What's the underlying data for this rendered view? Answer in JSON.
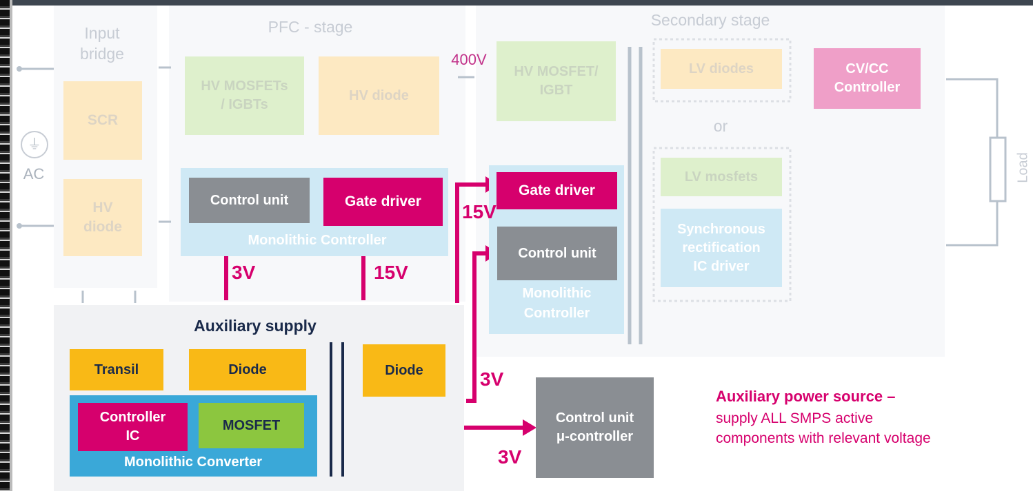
{
  "colors": {
    "pink": "#d6006d",
    "dark_grey": "#8a8e93",
    "orange": "#f9b916",
    "green": "#8cc63f",
    "blue": "#3aa8d8",
    "navy": "#1a2a4a",
    "faint_orange": "#fde9c2",
    "faint_green": "#def0cc",
    "faint_blue": "#cfe9f5",
    "faint_pink": "#ef9fc8"
  },
  "input": {
    "title": "Input\nbridge",
    "scr": "SCR",
    "hv_diode": "HV\ndiode",
    "ac_label": "AC",
    "plug_icon": "plug-icon"
  },
  "pfc": {
    "title": "PFC - stage",
    "mosfets": "HV MOSFETs\n/ IGBTs",
    "hv_diode": "HV diode",
    "control_unit": "Control unit",
    "gate_driver": "Gate driver",
    "monolithic": "Monolithic Controller",
    "v400": "400V"
  },
  "secondary": {
    "title": "Secondary stage",
    "mosfet": "HV MOSFET/\nIGBT",
    "gate_driver": "Gate driver",
    "control_unit": "Control unit",
    "monolithic": "Monolithic\nController",
    "lv_diodes": "LV diodes",
    "or": "or",
    "lv_mosfets": "LV mosfets",
    "sync": "Synchronous\nrectification\nIC driver",
    "cvcc": "CV/CC\nController",
    "load": "Load"
  },
  "aux": {
    "title": "Auxiliary supply",
    "transil": "Transil",
    "diode1": "Diode",
    "diode2": "Diode",
    "controller_ic": "Controller\nIC",
    "mosfet": "MOSFET",
    "monolithic_converter": "Monolithic Converter"
  },
  "voltages": {
    "v3_pfc": "3V",
    "v15_pfc": "15V",
    "v15_sec": "15V",
    "v3_sec": "3V",
    "v3_mcu": "3V"
  },
  "mcu": {
    "label": "Control unit\nμ-controller"
  },
  "note": {
    "title": "Auxiliary power source –",
    "body": "supply ALL SMPS active\ncomponents with relevant voltage"
  }
}
